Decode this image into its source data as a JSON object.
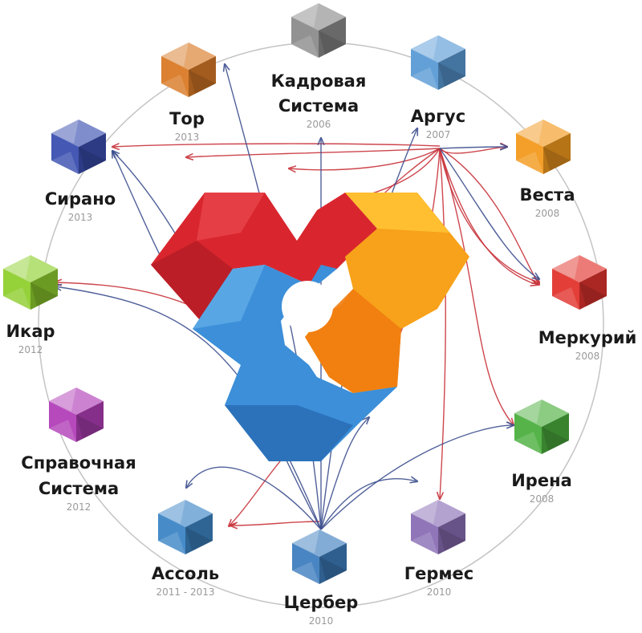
{
  "nodes": [
    {
      "id": "kadrovaya",
      "name_lines": [
        "Кадровая",
        "Система"
      ],
      "year": "2006",
      "color": "#8c8c8c"
    },
    {
      "id": "argus",
      "name_lines": [
        "Аргус"
      ],
      "year": "2007",
      "color": "#5b9bd5"
    },
    {
      "id": "vesta",
      "name_lines": [
        "Веста"
      ],
      "year": "2008",
      "color": "#f39a1e"
    },
    {
      "id": "merkuriy",
      "name_lines": [
        "Меркурий"
      ],
      "year": "2008",
      "color": "#e2342e"
    },
    {
      "id": "irena",
      "name_lines": [
        "Ирена"
      ],
      "year": "2008",
      "color": "#4caf3f"
    },
    {
      "id": "germes",
      "name_lines": [
        "Гермес"
      ],
      "year": "2010",
      "color": "#8a6fb5"
    },
    {
      "id": "tserber",
      "name_lines": [
        "Цербер"
      ],
      "year": "2010",
      "color": "#3f7fbf"
    },
    {
      "id": "assol",
      "name_lines": [
        "Ассоль"
      ],
      "year": "2011 - 2013",
      "color": "#3d86c6"
    },
    {
      "id": "spravochnaya",
      "name_lines": [
        "Справочная",
        "Система"
      ],
      "year": "2012",
      "color": "#b23fb8"
    },
    {
      "id": "ikar",
      "name_lines": [
        "Икар"
      ],
      "year": "2012",
      "color": "#8fcf2f"
    },
    {
      "id": "sirano",
      "name_lines": [
        "Сирано"
      ],
      "year": "2013",
      "color": "#3a4fb0"
    },
    {
      "id": "tor",
      "name_lines": [
        "Тор"
      ],
      "year": "2013",
      "color": "#d97a26"
    }
  ],
  "colors": {
    "ring": "#bdbdbd",
    "arrow_red": "#c8323a",
    "arrow_blue": "#3d4f8f",
    "logo_red": "#d9262e",
    "logo_orange": "#f7a21a",
    "logo_blue": "#3c8fd8"
  }
}
